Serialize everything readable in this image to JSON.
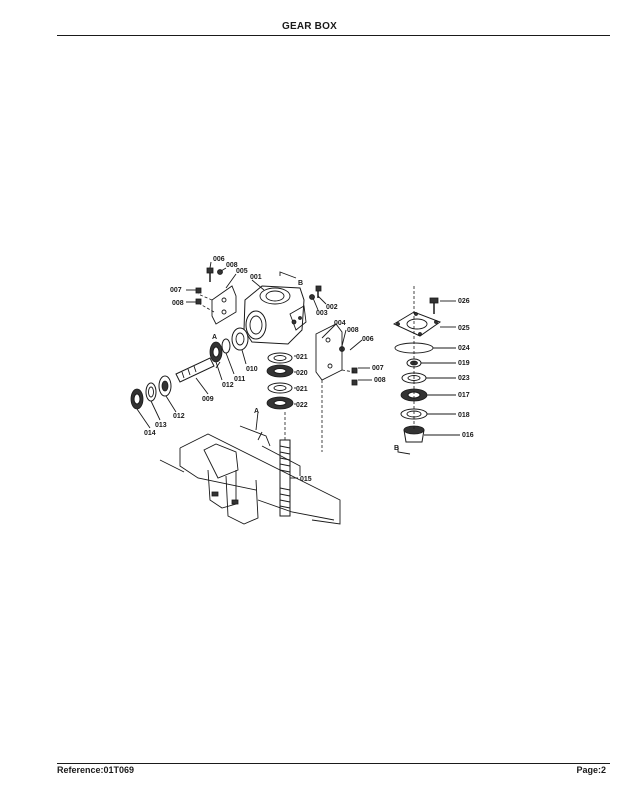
{
  "page": {
    "title": "GEAR BOX",
    "reference": "Reference:01T069",
    "page_number": "Page:2"
  },
  "diagram": {
    "callouts": [
      "006",
      "008",
      "005",
      "001",
      "007",
      "008",
      "002",
      "003",
      "004",
      "008",
      "006",
      "021",
      "020",
      "021",
      "022",
      "010",
      "011",
      "012",
      "009",
      "012",
      "013",
      "014",
      "007",
      "008",
      "015",
      "026",
      "025",
      "024",
      "019",
      "023",
      "017",
      "018",
      "016"
    ],
    "markers": [
      "A",
      "B",
      "A",
      "B"
    ]
  }
}
